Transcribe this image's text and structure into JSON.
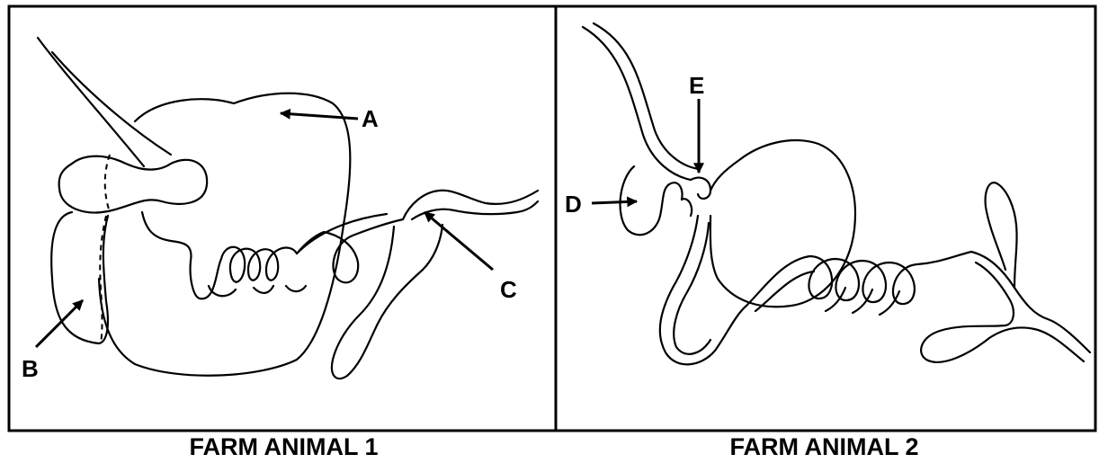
{
  "panels": [
    {
      "caption": "FARM ANIMAL 1",
      "labels": [
        "A",
        "B",
        "C"
      ]
    },
    {
      "caption": "FARM ANIMAL 2",
      "labels": [
        "D",
        "E"
      ]
    }
  ],
  "colors": {
    "line": "#000000",
    "background": "#ffffff"
  }
}
